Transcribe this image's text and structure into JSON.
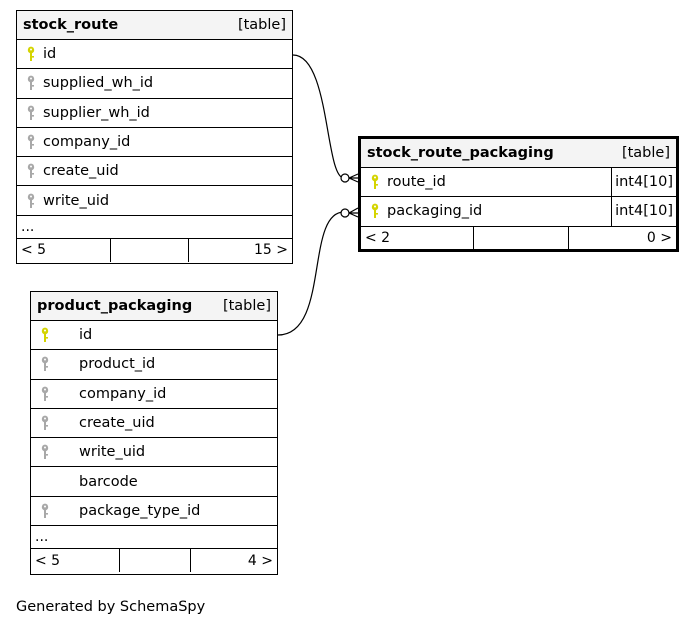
{
  "colors": {
    "primary_key": "#d4d400",
    "foreign_key": "#a8a8a8"
  },
  "tables": {
    "stock_route": {
      "name": "stock_route",
      "kind": "[table]",
      "columns": [
        {
          "name": "id",
          "key": "primary-key-icon"
        },
        {
          "name": "supplied_wh_id",
          "key": "foreign-key-icon"
        },
        {
          "name": "supplier_wh_id",
          "key": "foreign-key-icon"
        },
        {
          "name": "company_id",
          "key": "foreign-key-icon"
        },
        {
          "name": "create_uid",
          "key": "foreign-key-icon"
        },
        {
          "name": "write_uid",
          "key": "foreign-key-icon"
        }
      ],
      "more": "...",
      "footer": {
        "parents": "< 5",
        "middle": "",
        "children": "15 >"
      }
    },
    "stock_route_packaging": {
      "name": "stock_route_packaging",
      "kind": "[table]",
      "columns": [
        {
          "name": "route_id",
          "key": "primary-key-icon",
          "type": "int4[10]"
        },
        {
          "name": "packaging_id",
          "key": "primary-key-icon",
          "type": "int4[10]"
        }
      ],
      "footer": {
        "parents": "< 2",
        "middle": "",
        "children": "0 >"
      }
    },
    "product_packaging": {
      "name": "product_packaging",
      "kind": "[table]",
      "columns": [
        {
          "name": "id",
          "key": "primary-key-icon"
        },
        {
          "name": "product_id",
          "key": "foreign-key-icon"
        },
        {
          "name": "company_id",
          "key": "foreign-key-icon"
        },
        {
          "name": "create_uid",
          "key": "foreign-key-icon"
        },
        {
          "name": "write_uid",
          "key": "foreign-key-icon"
        },
        {
          "name": "barcode",
          "key": ""
        },
        {
          "name": "package_type_id",
          "key": "foreign-key-icon"
        }
      ],
      "more": "...",
      "footer": {
        "parents": "< 5",
        "middle": "",
        "children": "4 >"
      }
    }
  },
  "caption": "Generated by SchemaSpy"
}
